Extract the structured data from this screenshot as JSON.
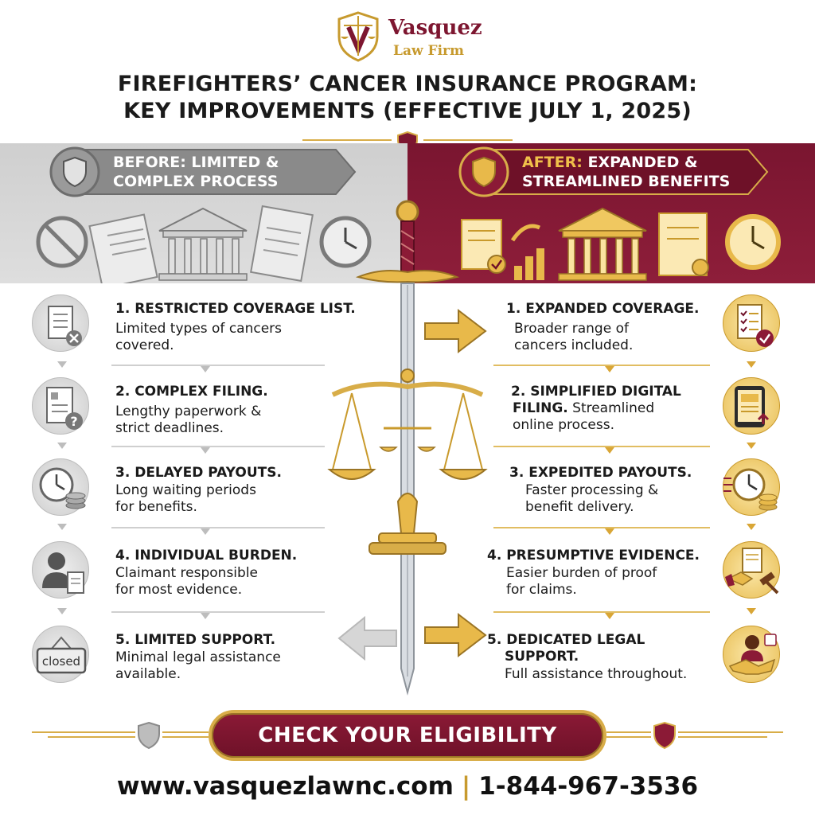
{
  "brand": {
    "name": "Vasquez",
    "subtitle": "Law Firm",
    "logo_icon": "scales-shield-icon"
  },
  "title": {
    "line1": "FIREFIGHTERS’ CANCER INSURANCE PROGRAM:",
    "line2": "KEY IMPROVEMENTS (EFFECTIVE JULY 1, 2025)"
  },
  "before": {
    "banner_line1": "BEFORE: LIMITED &",
    "banner_line2": "COMPLEX PROCESS",
    "items": [
      {
        "title": "1. RESTRICTED COVERAGE LIST.",
        "desc1": "Limited types of cancers",
        "desc2": "covered.",
        "icon": "checklist-x-icon"
      },
      {
        "title": "2. COMPLEX FILING.",
        "desc1": "Lengthy paperwork &",
        "desc2": "strict deadlines.",
        "icon": "document-question-icon"
      },
      {
        "title": "3. DELAYED PAYOUTS.",
        "desc1": "Long waiting periods",
        "desc2": "for benefits.",
        "icon": "clock-coins-icon"
      },
      {
        "title": "4. INDIVIDUAL BURDEN.",
        "desc1": "Claimant responsible",
        "desc2": "for most evidence.",
        "icon": "person-document-icon"
      },
      {
        "title": "5. LIMITED SUPPORT.",
        "desc1": "Minimal legal assistance",
        "desc2": "available.",
        "icon": "closed-sign-icon",
        "sign_text": "closed"
      }
    ]
  },
  "after": {
    "banner_prefix": "AFTER:",
    "banner_line1_rest": " EXPANDED &",
    "banner_line2": "STREAMLINED BENEFITS",
    "items": [
      {
        "title": "1. EXPANDED COVERAGE.",
        "desc1": "Broader range of",
        "desc2": "cancers included.",
        "icon": "checklist-check-icon"
      },
      {
        "title": "2. SIMPLIFIED DIGITAL",
        "title2": "FILING.",
        "desc_inline": " Streamlined",
        "desc2": "online process.",
        "icon": "tablet-upload-icon"
      },
      {
        "title": "3. EXPEDITED PAYOUTS.",
        "desc1": "Faster processing &",
        "desc2": "benefit delivery.",
        "icon": "fast-clock-coins-icon"
      },
      {
        "title": "4. PRESUMPTIVE EVIDENCE.",
        "desc1": "Easier burden of proof",
        "desc2": "for claims.",
        "icon": "handshake-gavel-icon"
      },
      {
        "title": "5. DEDICATED LEGAL",
        "title2": "SUPPORT.",
        "desc2": "Full assistance throughout.",
        "icon": "lawyer-handshake-icon"
      }
    ]
  },
  "cta": {
    "label": "CHECK YOUR ELIGIBILITY"
  },
  "footer": {
    "website": "www.vasquezlawnc.com",
    "separator": "|",
    "phone": "1-844-967-3536"
  },
  "colors": {
    "maroon": "#7d1630",
    "gold": "#d8ad48",
    "gray": "#cfcfcf"
  }
}
